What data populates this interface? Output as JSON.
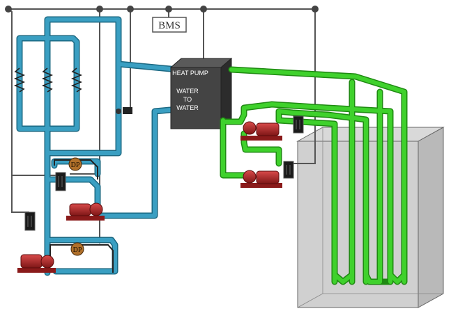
{
  "bms": {
    "label": "BMS"
  },
  "heat_pump": {
    "line1": "HEAT PUMP",
    "line2": "WATER",
    "line3": "TO",
    "line4": "WATER"
  },
  "sensors": {
    "dp_upper": "DP",
    "dp_lower": "DP"
  },
  "colors": {
    "building_loop": "#2e8cab",
    "ground_loop": "#2fc21f",
    "control_wire": "#555555",
    "heat_pump_body": "#3b3b3b",
    "pump": "#b22a2a",
    "dp_sensor": "#b0702a",
    "ground_block": "#c9c9c9"
  }
}
